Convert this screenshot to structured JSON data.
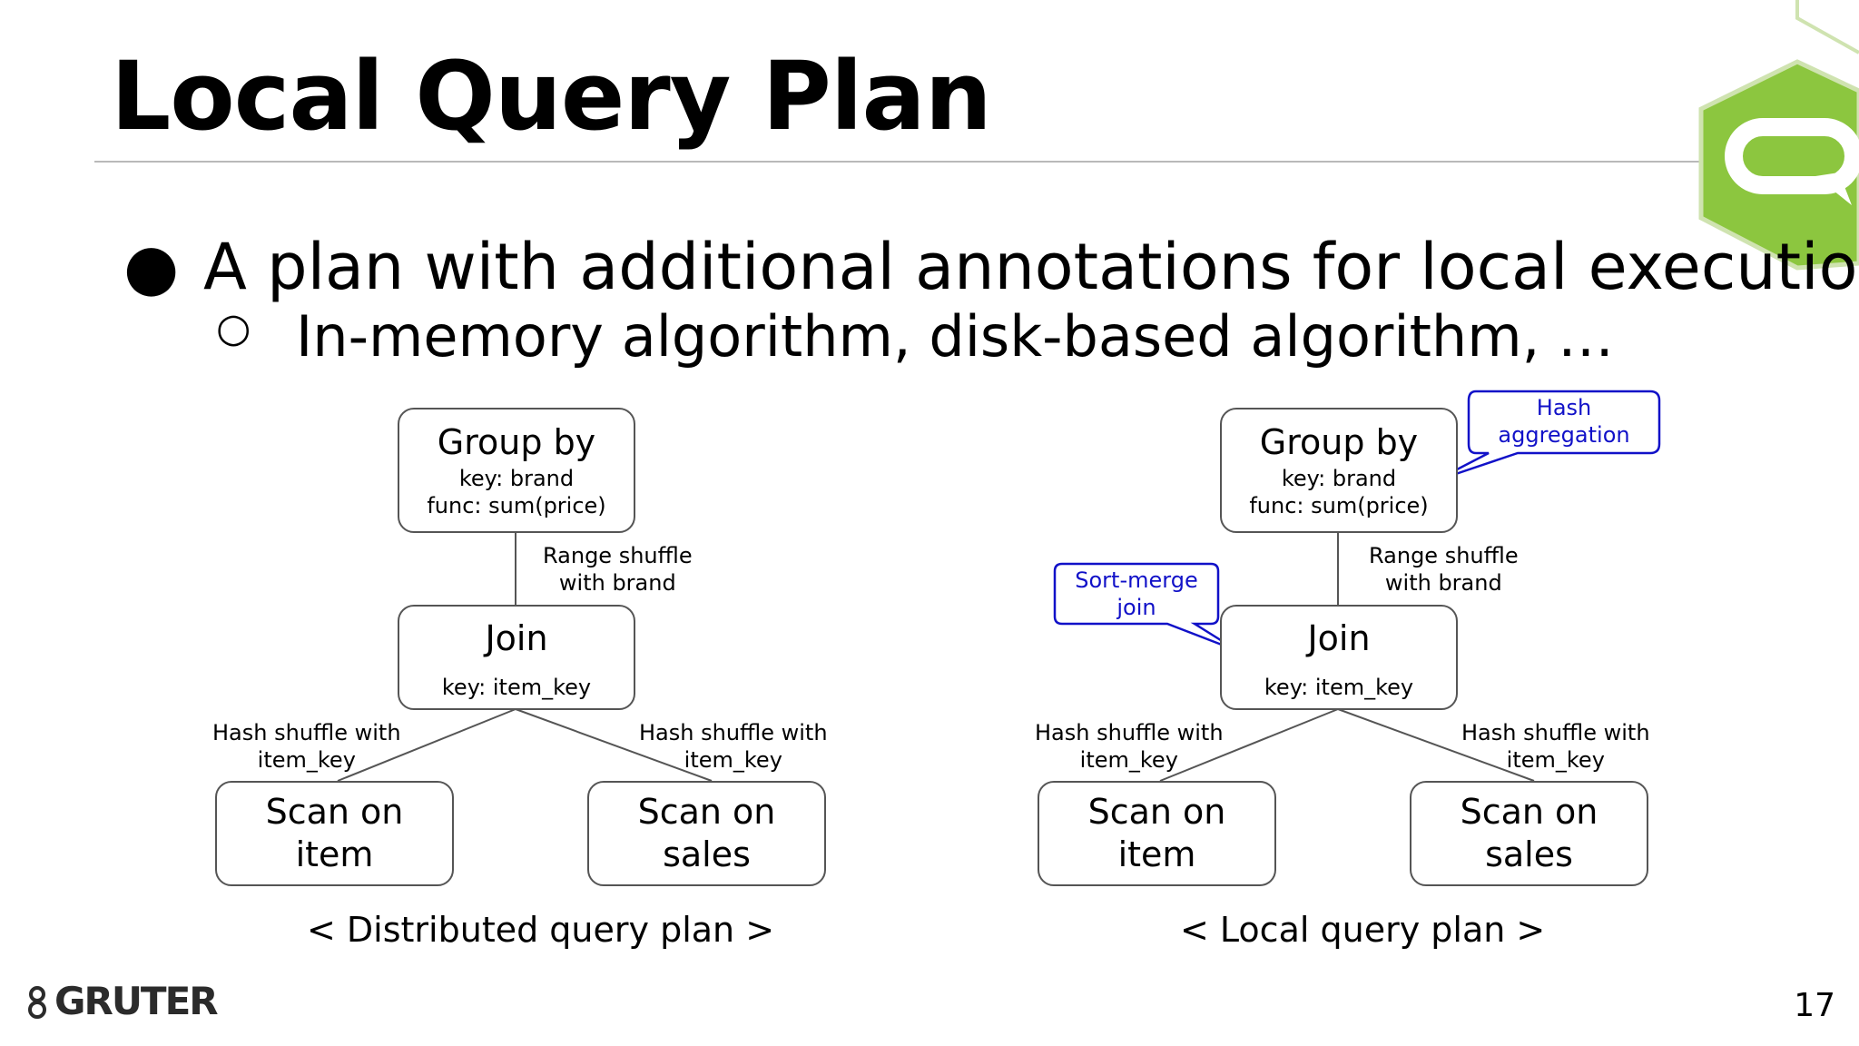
{
  "slide": {
    "title": "Local Query Plan",
    "bullets": [
      {
        "marker": "●",
        "text": "A plan with additional annotations for local execution"
      },
      {
        "marker": "○",
        "text": "In-memory algorithm, disk-based algorithm, …"
      }
    ],
    "page_number": "17",
    "footer_logo": "GRUTER"
  },
  "diagrams": {
    "distributed": {
      "caption": "< Distributed query plan >",
      "group_by": {
        "title": "Group by",
        "line1": "key: brand",
        "line2": "func: sum(price)"
      },
      "range_label": {
        "line1": "Range shuffle",
        "line2": "with brand"
      },
      "join": {
        "title": "Join",
        "line1": "key: item_key"
      },
      "hash_left": {
        "line1": "Hash shuffle with",
        "line2": "item_key"
      },
      "hash_right": {
        "line1": "Hash shuffle with",
        "line2": "item_key"
      },
      "scan_item": {
        "line1": "Scan on",
        "line2": "item"
      },
      "scan_sales": {
        "line1": "Scan on",
        "line2": "sales"
      }
    },
    "local": {
      "caption": "< Local query plan >",
      "group_by": {
        "title": "Group by",
        "line1": "key: brand",
        "line2": "func: sum(price)"
      },
      "range_label": {
        "line1": "Range shuffle",
        "line2": "with brand"
      },
      "join": {
        "title": "Join",
        "line1": "key: item_key"
      },
      "hash_left": {
        "line1": "Hash shuffle with",
        "line2": "item_key"
      },
      "hash_right": {
        "line1": "Hash shuffle with",
        "line2": "item_key"
      },
      "scan_item": {
        "line1": "Scan on",
        "line2": "item"
      },
      "scan_sales": {
        "line1": "Scan on",
        "line2": "sales"
      },
      "callout_hash": {
        "line1": "Hash",
        "line2": "aggregation"
      },
      "callout_sort": {
        "line1": "Sort-merge",
        "line2": "join"
      }
    }
  },
  "colors": {
    "accent_green": "#8cc63f",
    "callout_blue": "#1111c8",
    "node_border": "#555555",
    "rule_gray": "#b9b9b9"
  },
  "icons": {
    "corner": "hexagon-chat-icon",
    "footer": "gruter-logo-icon"
  }
}
